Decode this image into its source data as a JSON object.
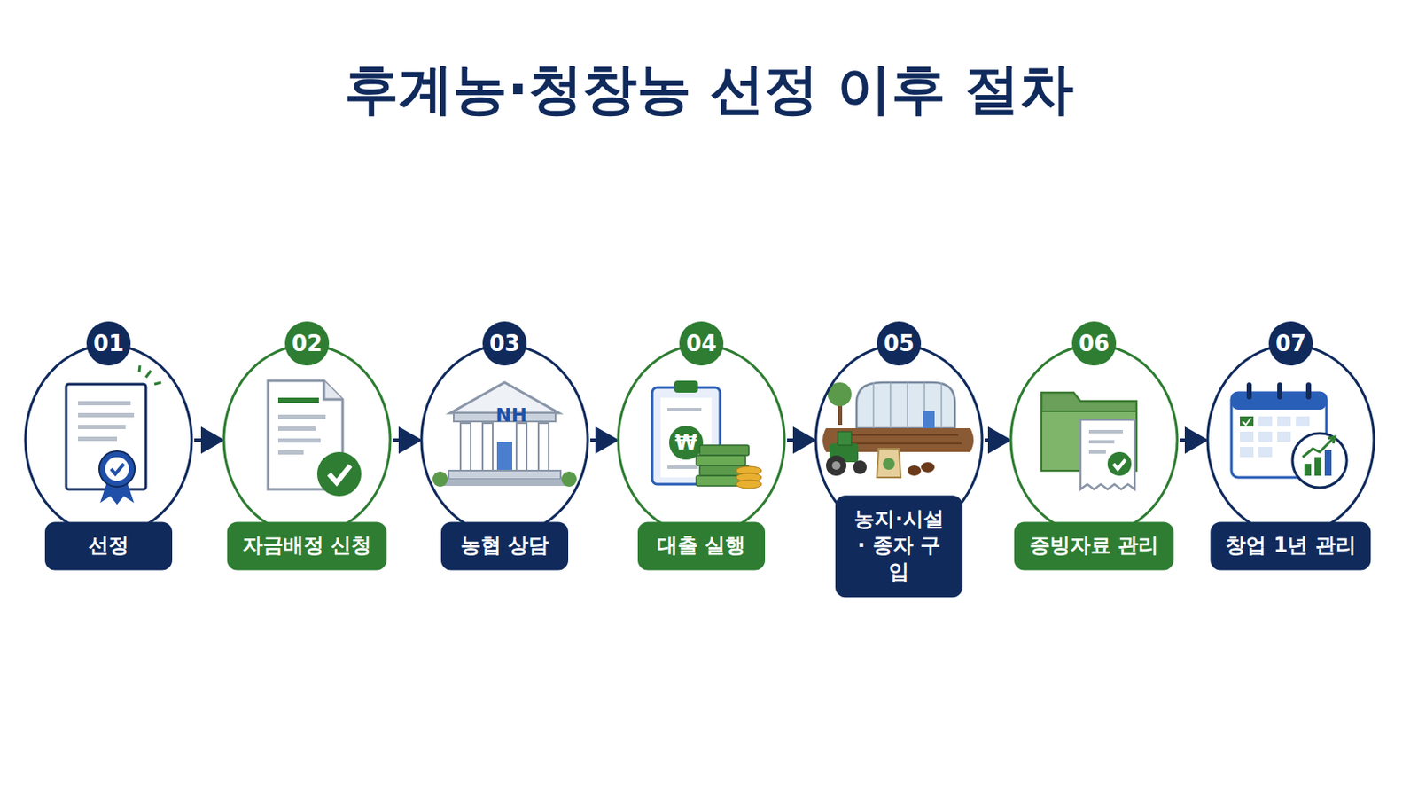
{
  "diagram": {
    "title": "후계농·청창농 선정 이후 절차",
    "nodes": [
      {
        "text": [
          "01",
          "선정"
        ]
      },
      {
        "text": [
          "02",
          "자금배정 신청"
        ]
      },
      {
        "text": [
          "03",
          "농협 상담"
        ]
      },
      {
        "text": [
          "04",
          "대출 실행"
        ]
      },
      {
        "text": [
          "05",
          "농지·시설· 종자 구입"
        ]
      },
      {
        "text": [
          "06",
          "증빙자료 관리"
        ]
      },
      {
        "text": [
          "07",
          "창업 1년 관리"
        ]
      }
    ],
    "edges": [
      {
        "from": 0,
        "to": 1,
        "arrow": "to"
      },
      {
        "from": 1,
        "to": 2,
        "arrow": "to"
      },
      {
        "from": 2,
        "to": 3,
        "arrow": "to"
      },
      {
        "from": 3,
        "to": 4,
        "arrow": "to"
      },
      {
        "from": 4,
        "to": 5,
        "arrow": "to"
      },
      {
        "from": 5,
        "to": 6,
        "arrow": "to"
      }
    ],
    "labels": [
      "NH",
      "₩"
    ]
  }
}
